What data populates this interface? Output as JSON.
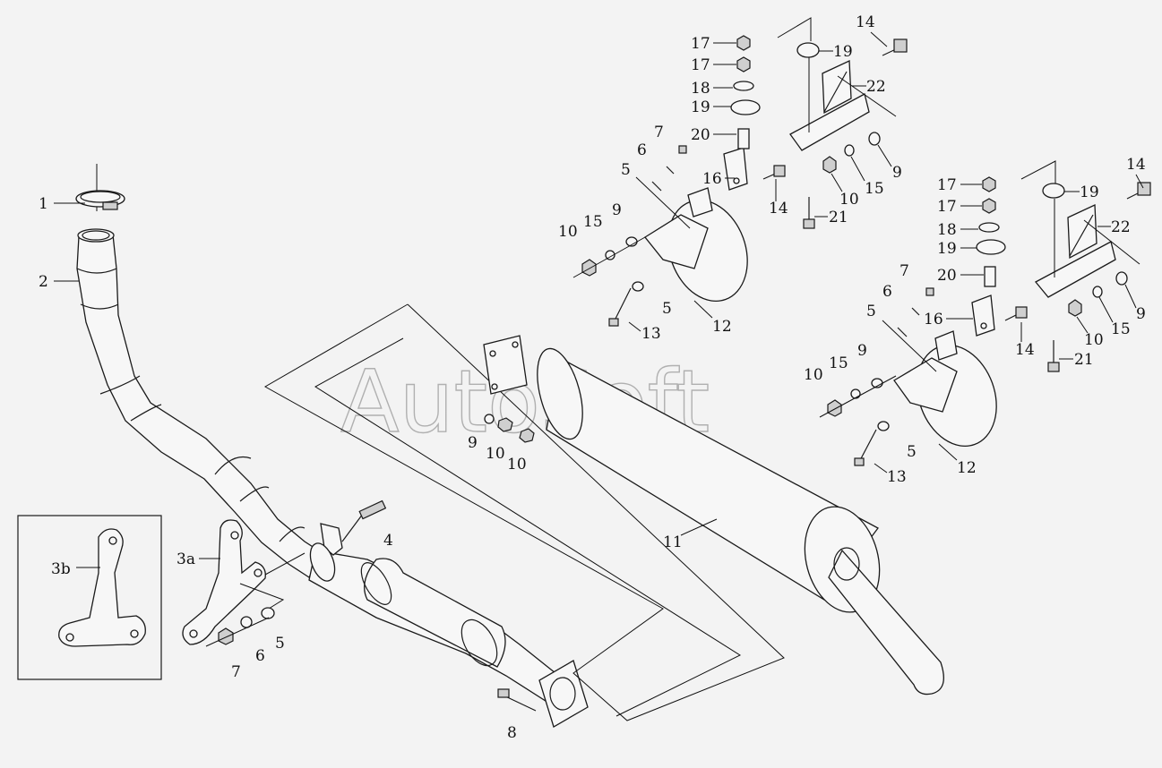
{
  "watermark": "AutoSoft",
  "inset": {
    "label": "3b"
  },
  "labels": {
    "l1": "1",
    "l2": "2",
    "l3a": "3a",
    "l4": "4",
    "l5a": "5",
    "l6a": "6",
    "l7a": "7",
    "l8": "8",
    "l9a": "9",
    "l10a": "10",
    "l10b": "10",
    "l11": "11",
    "l7b": "7",
    "l6b": "6",
    "l5b": "5",
    "l10c": "10",
    "l15a": "15",
    "l9b": "9",
    "l5c": "5",
    "l13a": "13",
    "l12a": "12",
    "l17a": "17",
    "l17b": "17",
    "l18a": "18",
    "l19a": "19",
    "l20a": "20",
    "l16a": "16",
    "l14a": "14",
    "l19b": "19",
    "l22a": "22",
    "l10d": "10",
    "l15b": "15",
    "l9c": "9",
    "l21a": "21",
    "l14b": "14",
    "l7c": "7",
    "l6c": "6",
    "l5d": "5",
    "l10e": "10",
    "l15c": "15",
    "l9d": "9",
    "l5e": "5",
    "l13b": "13",
    "l12b": "12",
    "l17c": "17",
    "l17d": "17",
    "l18b": "18",
    "l19c": "19",
    "l20b": "20",
    "l16b": "16",
    "l14c": "14",
    "l19d": "19",
    "l22b": "22",
    "l10f": "10",
    "l15d": "15",
    "l9e": "9",
    "l21b": "21",
    "l14d": "14"
  }
}
